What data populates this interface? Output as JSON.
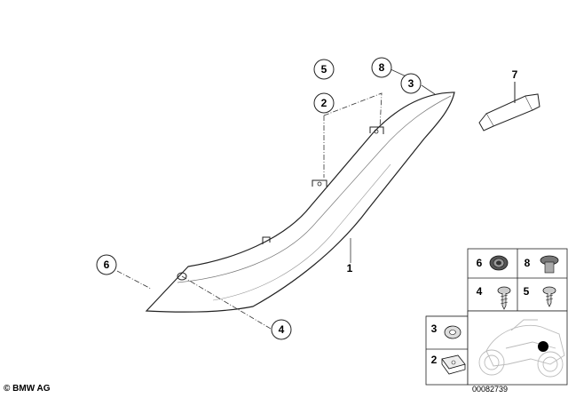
{
  "diagram": {
    "callouts": {
      "c5": "5",
      "c2": "2",
      "c8": "8",
      "c3": "3",
      "c6": "6",
      "c4": "4",
      "l1": "1",
      "l7": "7"
    },
    "legend": {
      "k6": "6",
      "k8": "8",
      "k4": "4",
      "k5": "5",
      "k3": "3",
      "k2": "2"
    },
    "copyright": "© BMW AG",
    "document_number": "00082739"
  }
}
